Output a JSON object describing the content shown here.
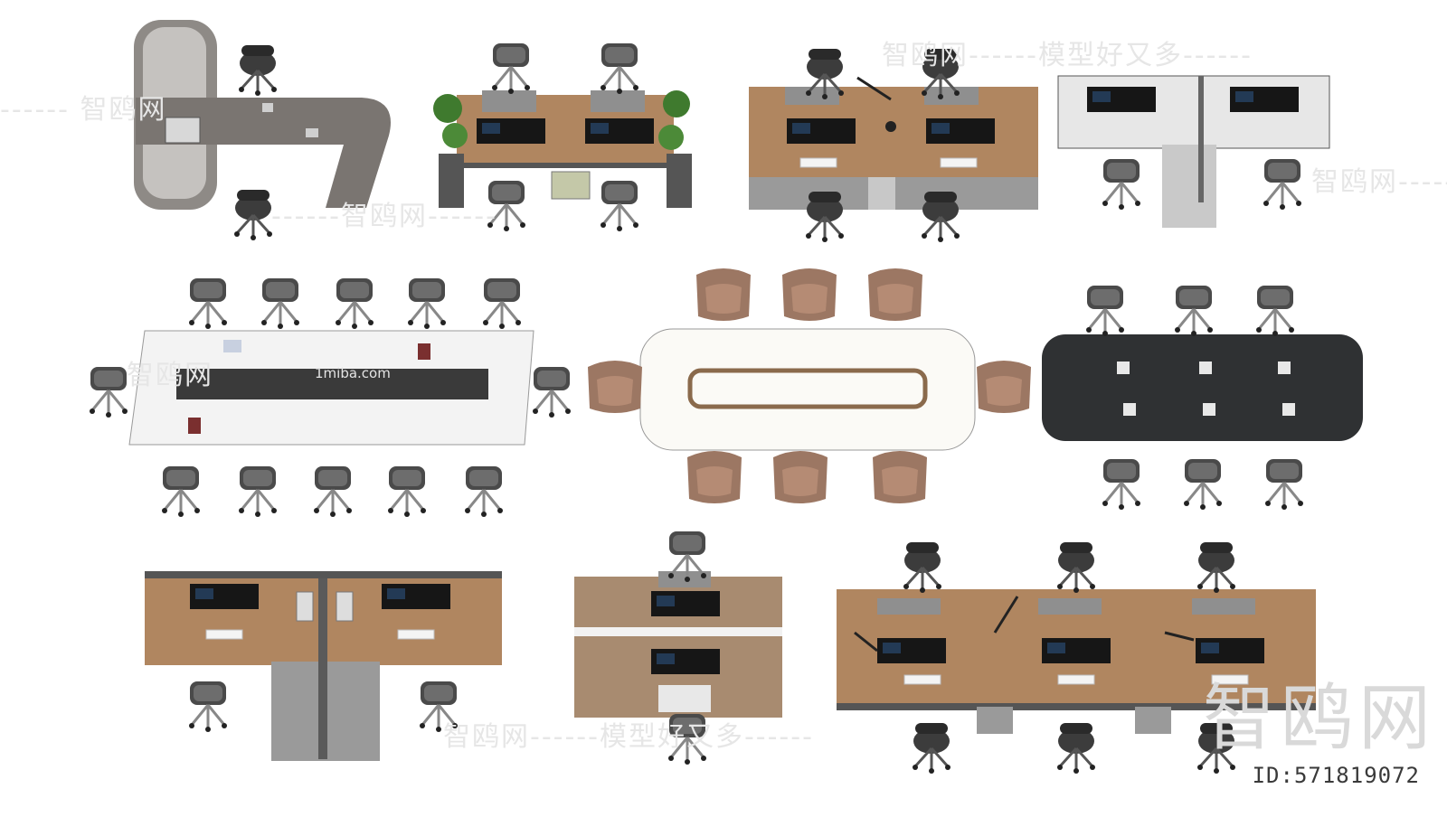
{
  "watermarks": {
    "top": "智鸥网------模型好又多------",
    "bottom": "智鸥网------模型好又多------",
    "brand": "智鸥网",
    "brand_big": "智鸥网",
    "site": "1miba.com",
    "dash_left": "------ 智鸥网",
    "dash_mid": "------智鸥网------",
    "dash_right": "智鸥网------"
  },
  "id_label": "ID:571819072",
  "colors": {
    "wood": "#b08660",
    "wood_dark": "#8a6a4c",
    "grey_desk": "#7c7773",
    "white_desk": "#f2f2f2",
    "black_desk": "#2f3133",
    "chair_tan": "#9a7560",
    "chair_dark": "#3a3a3a",
    "monitor": "#1b1b1b",
    "cabinet": "#9a9a9a"
  }
}
